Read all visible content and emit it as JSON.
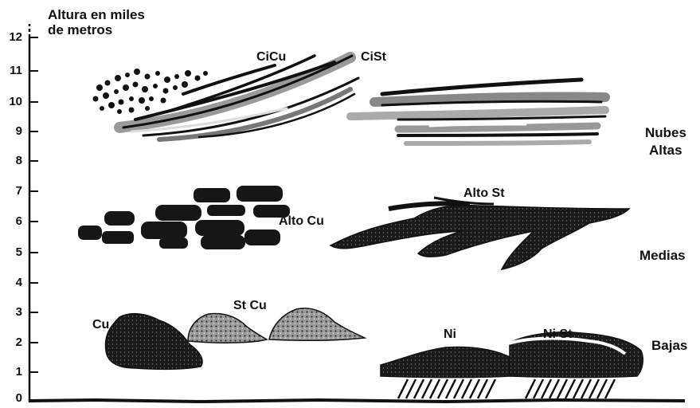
{
  "axis": {
    "title_line1": "Altura en miles",
    "title_line2": "de metros",
    "ticks": [
      "12",
      "11",
      "10",
      "9",
      "8",
      "7",
      "6",
      "5",
      "4",
      "3",
      "2",
      "1",
      "0"
    ]
  },
  "clouds": {
    "cicu": "CiCu",
    "cist": "CiSt",
    "altocu": "Alto Cu",
    "altost": "Alto St",
    "cu": "Cu",
    "stcu": "St Cu",
    "ni": "Ni",
    "nist": "Ni St"
  },
  "levels": {
    "high_line1": "Nubes",
    "high_line2": "Altas",
    "medium": "Medias",
    "low": "Bajas"
  },
  "colors": {
    "ink": "#111111",
    "gray": "#8a8a8a",
    "lightgray": "#c9c9c9",
    "paper": "#ffffff"
  }
}
